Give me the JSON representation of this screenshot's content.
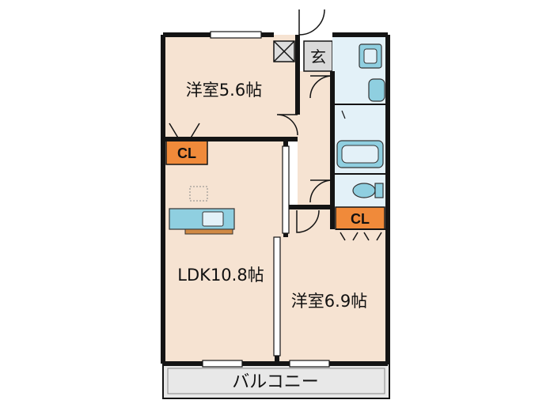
{
  "rooms": {
    "western_room_1": "洋室5.6帖",
    "ldk": "LDK10.8帖",
    "western_room_2": "洋室6.9帖",
    "balcony": "バルコニー",
    "entrance": "玄"
  },
  "closets": {
    "closet_1": "CL",
    "closet_2": "CL"
  },
  "colors": {
    "floor": "#f6e3d2",
    "wall": "#141414",
    "wet_area": "#e3f1f8",
    "fixture": "#8fcfe0",
    "closet": "#f08a3a",
    "balcony": "#e8e8e8",
    "entrance": "#d9d9d9"
  }
}
